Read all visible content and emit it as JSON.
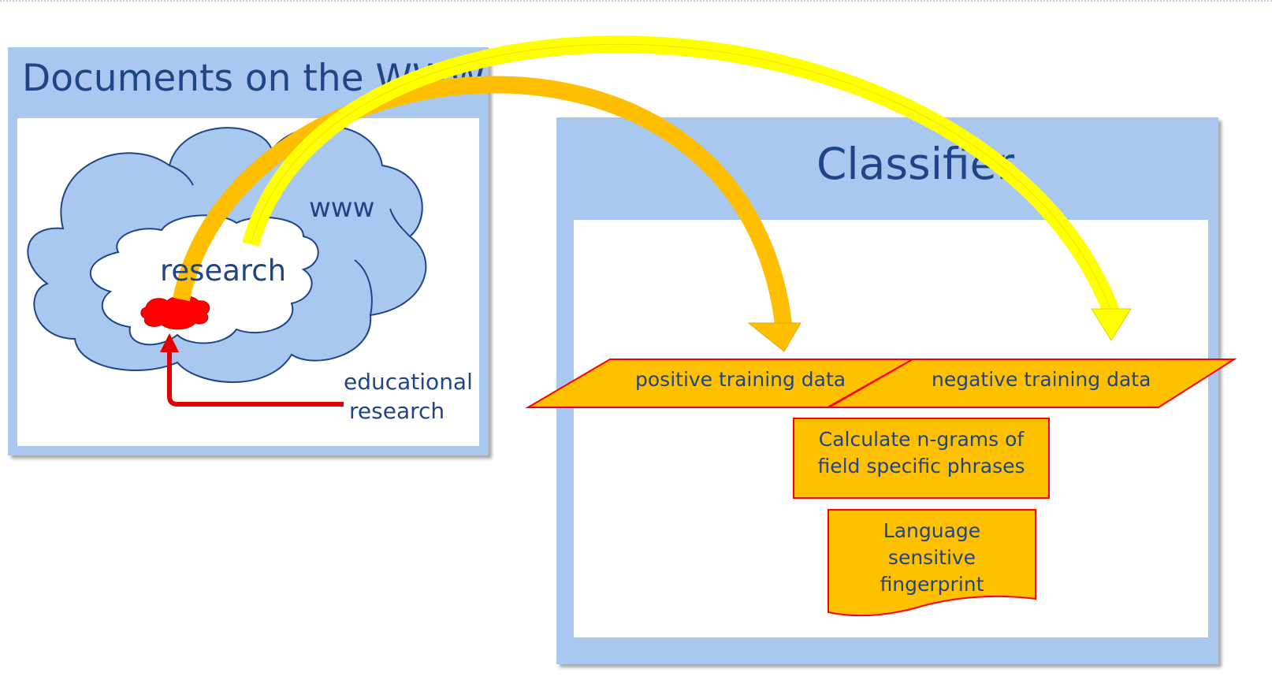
{
  "left_panel": {
    "title": "Documents on the WWW",
    "cloud_www_label": "www",
    "cloud_research_label": "research",
    "pointer_label_line1": "educational",
    "pointer_label_line2": "research"
  },
  "right_panel": {
    "title": "Classifier",
    "positive_label": "positive training data",
    "negative_label": "negative training data",
    "ngrams_line1": "Calculate n-grams of",
    "ngrams_line2": "field specific phrases",
    "fingerprint_line1": "Language",
    "fingerprint_line2": "sensitive",
    "fingerprint_line3": "fingerprint"
  },
  "colors": {
    "panel_fill": "#a9c8ef",
    "title_text": "#1f4587",
    "cloud_fill": "#a9c8ef",
    "cloud_inner_fill": "#ffffff",
    "highlight_red": "#ff0000",
    "orange_arrow": "#ffbe00",
    "yellow_arrow": "#ffff00",
    "box_fill": "#ffc000",
    "box_border": "#ff0000"
  }
}
